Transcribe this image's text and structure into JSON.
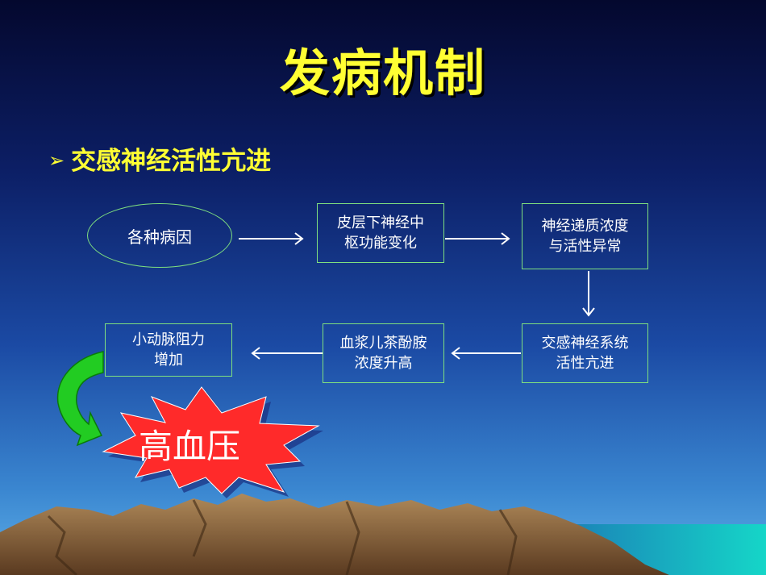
{
  "slide": {
    "title": "发病机制",
    "bullet": "交感神经活性亢进",
    "bullet_marker": "➢"
  },
  "flow": {
    "cause": "各种病因",
    "cortex_line1": "皮层下神经中",
    "cortex_line2": "枢功能变化",
    "transmitter_line1": "神经递质浓度",
    "transmitter_line2": "与活性异常",
    "sympathetic_line1": "交感神经系统",
    "sympathetic_line2": "活性亢进",
    "catecholamine_line1": "血浆儿茶酚胺",
    "catecholamine_line2": "浓度升高",
    "arteriole_line1": "小动脉阻力",
    "arteriole_line2": "增加",
    "result": "高血压"
  },
  "colors": {
    "title": "#ffff33",
    "box_border": "#7fe07f",
    "burst": "#ff2a2a",
    "curved_arrow": "#22cc22"
  }
}
